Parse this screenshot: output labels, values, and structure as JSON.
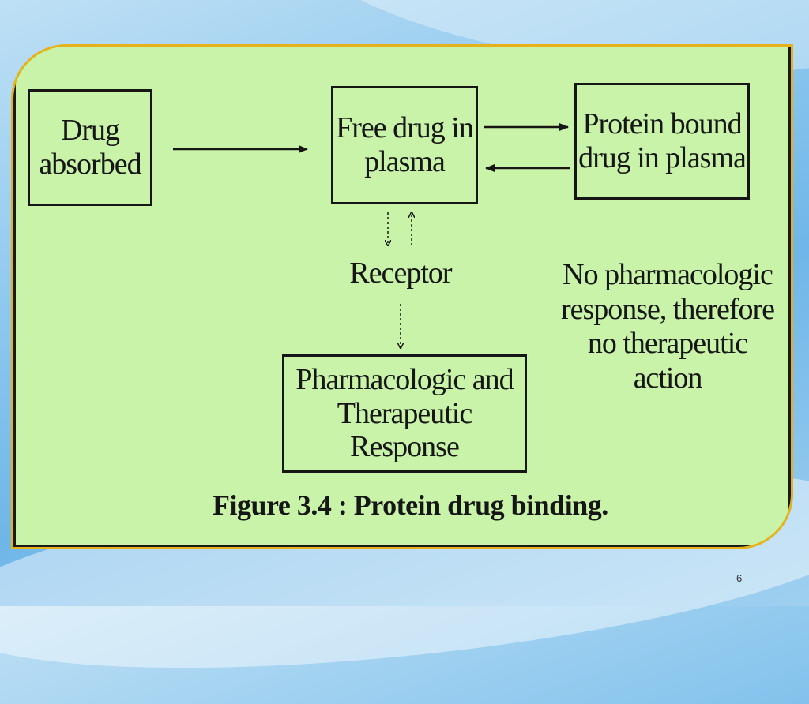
{
  "diagram": {
    "nodes": [
      {
        "id": "drug-absorbed",
        "lines": [
          "Drug",
          "absorbed"
        ]
      },
      {
        "id": "free-drug",
        "lines": [
          "Free drug in",
          "plasma"
        ]
      },
      {
        "id": "protein-bound",
        "lines": [
          "Protein bound",
          "drug in plasma"
        ]
      },
      {
        "id": "response",
        "lines": [
          "Pharmacologic and",
          "Therapeutic Response"
        ]
      }
    ],
    "labels": {
      "receptor": "Receptor",
      "no_response": [
        "No pharmacologic",
        "response, therefore",
        "no therapeutic action"
      ]
    },
    "edges": [
      {
        "from": "drug-absorbed",
        "to": "free-drug"
      },
      {
        "from": "free-drug",
        "to": "protein-bound"
      },
      {
        "from": "protein-bound",
        "to": "free-drug"
      },
      {
        "from": "free-drug",
        "to": "receptor"
      },
      {
        "from": "receptor",
        "to": "free-drug"
      },
      {
        "from": "receptor",
        "to": "response"
      }
    ],
    "caption": "Figure 3.4 : Protein drug binding."
  },
  "slide": {
    "page_number": "6"
  }
}
